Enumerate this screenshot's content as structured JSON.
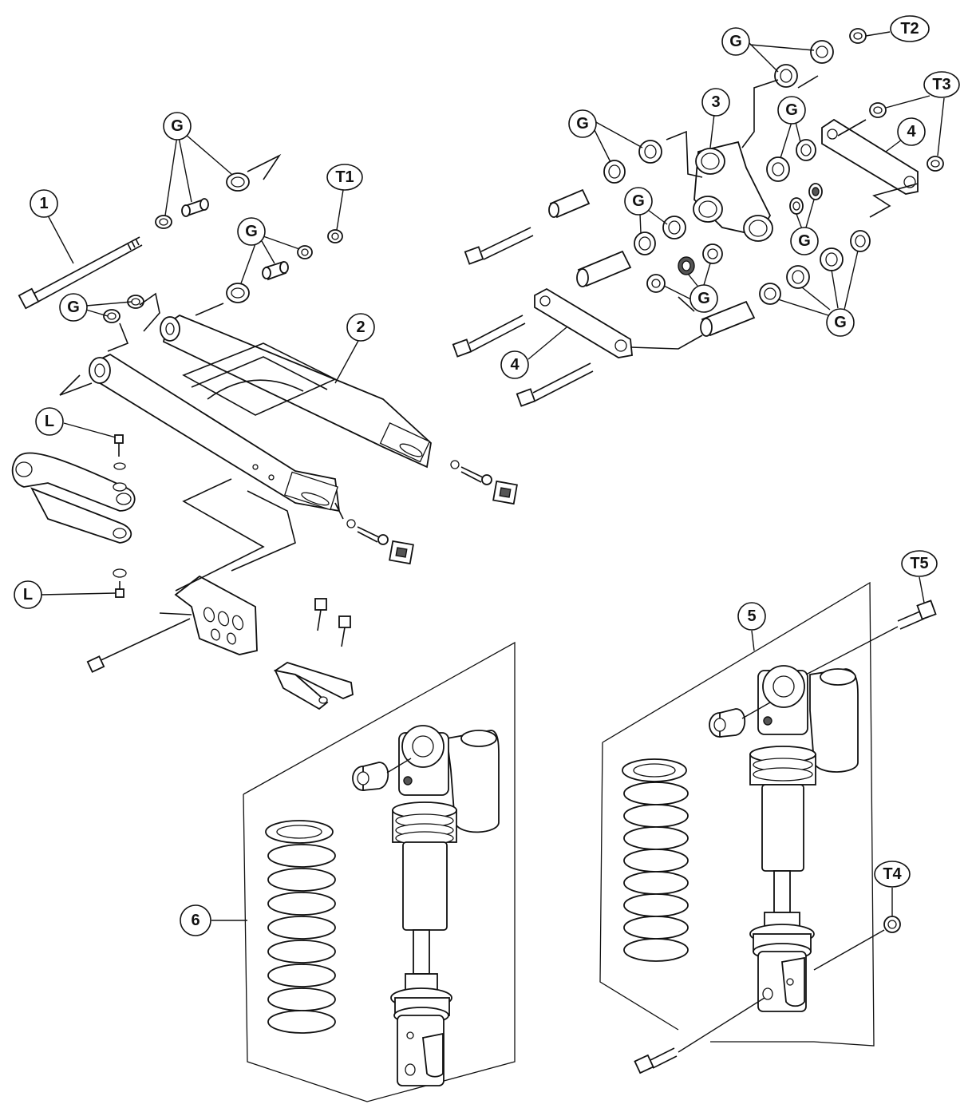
{
  "callouts": {
    "c1": "1",
    "c2": "2",
    "c3": "3",
    "c4a": "4",
    "c4b": "4",
    "c5": "5",
    "c6": "6",
    "t1": "T1",
    "t2": "T2",
    "t3": "T3",
    "t4": "T4",
    "t5": "T5",
    "l1": "L",
    "l2": "L",
    "g1": "G",
    "g2": "G",
    "g3": "G",
    "g4": "G",
    "g5": "G",
    "g6": "G",
    "g7": "G",
    "g8": "G",
    "g9": "G",
    "g10": "G"
  },
  "colors": {
    "line": "#111111",
    "background": "#ffffff"
  }
}
